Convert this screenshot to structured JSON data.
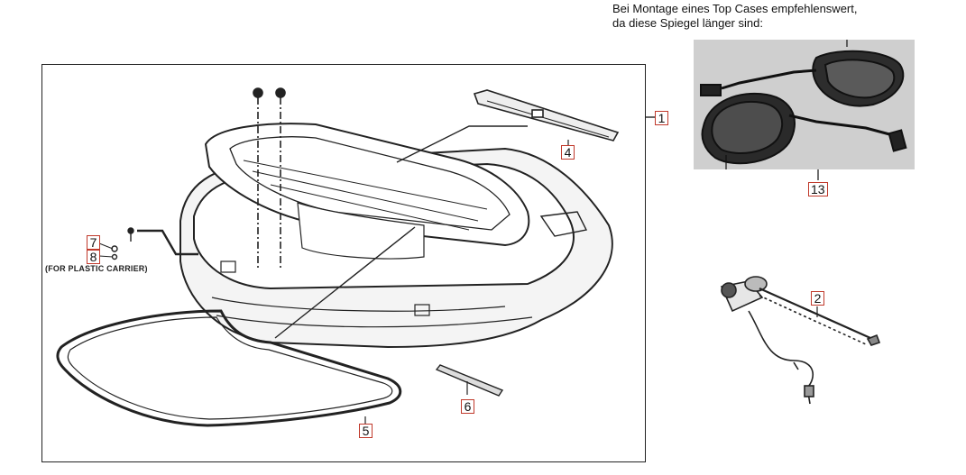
{
  "note": {
    "line1": "Bei Montage eines Top Cases empfehlenswert,",
    "line2": "da diese Spiegel länger sind:"
  },
  "carrier_note": "(FOR PLASTIC CARRIER)",
  "callouts": {
    "c1": "1",
    "c2": "2",
    "c4": "4",
    "c5": "5",
    "c6": "6",
    "c7": "7",
    "c8": "8",
    "c13": "13"
  },
  "colors": {
    "callout_border": "#c0392b",
    "line": "#222222",
    "photo_bg": "#cfcfcf"
  }
}
